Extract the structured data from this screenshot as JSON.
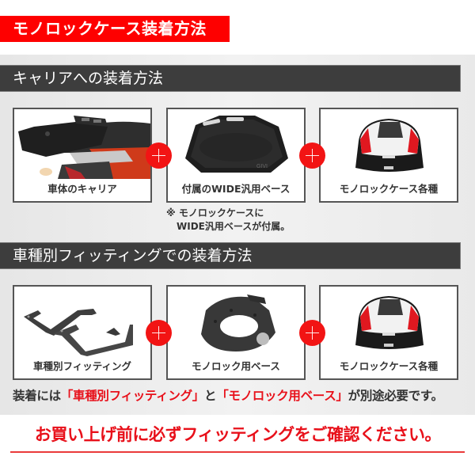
{
  "header": {
    "title": "モノロックケース装着方法",
    "bg_color": "#fe0000"
  },
  "section1": {
    "title": "キャリアへの装着方法",
    "cards": [
      {
        "label": "車体のキャリア",
        "image": "motorcycle-rear-carrier"
      },
      {
        "label": "付属のWIDE汎用ベース",
        "image": "wide-universal-base-plate"
      },
      {
        "label": "モノロックケース各種",
        "image": "monolock-top-case"
      }
    ],
    "connector_icon": "plus-icon",
    "note": {
      "line1": "※ モノロックケースに",
      "line2": "WIDE汎用ベースが付属。"
    }
  },
  "section2": {
    "title": "車種別フィッティングでの装着方法",
    "cards": [
      {
        "label": "車種別フィッティング",
        "image": "vehicle-specific-fitting-brackets"
      },
      {
        "label": "モノロック用ベース",
        "image": "monolock-base-plate"
      },
      {
        "label": "モノロックケース各種",
        "image": "monolock-top-case"
      }
    ],
    "connector_icon": "plus-icon"
  },
  "requirement": {
    "prefix": "装着には",
    "item1": "「車種別フィッティング」",
    "joiner": "と",
    "item2": "「モノロック用ベース」",
    "suffix": "が別途必要です。"
  },
  "warning": {
    "text": "お買い上げ前に必ずフィッティングをご確認ください。",
    "color": "#e8101a"
  }
}
